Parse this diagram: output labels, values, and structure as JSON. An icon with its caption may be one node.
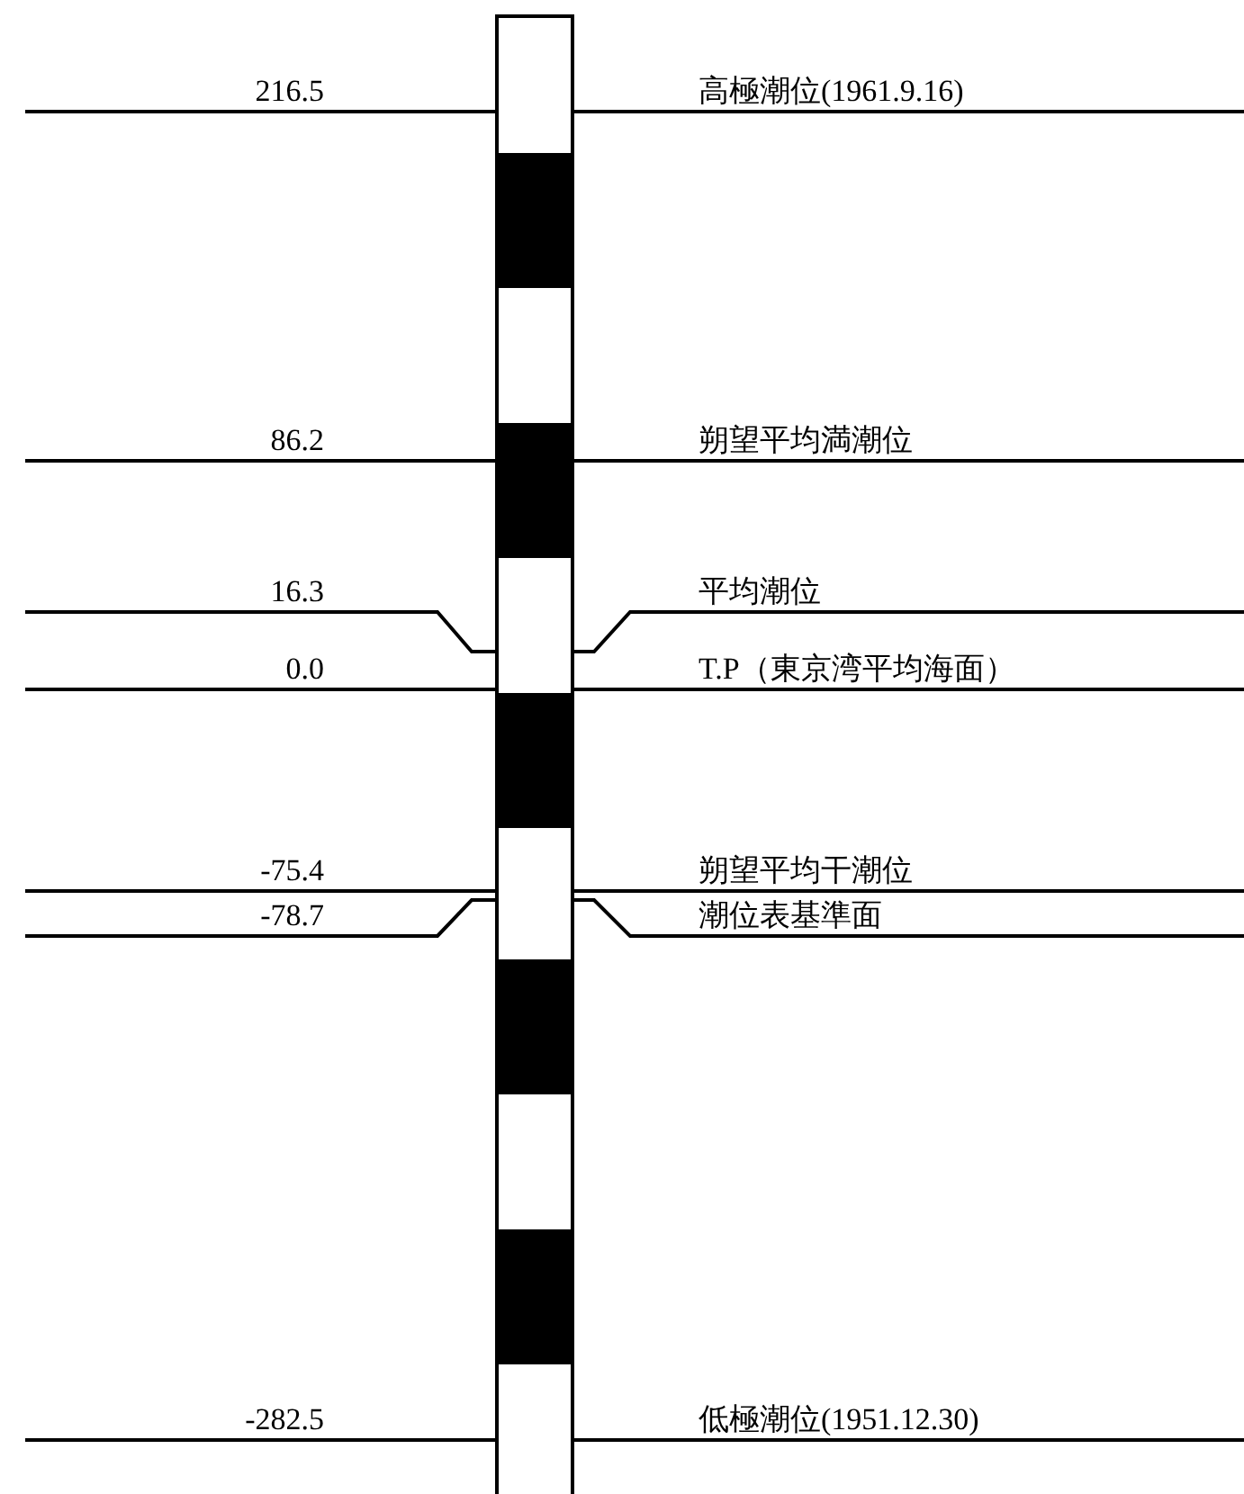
{
  "diagram": {
    "labels": [
      "216.5",
      "高極潮位(1961.9.16)",
      "86.2",
      "朔望平均満潮位",
      "16.3",
      "平均潮位",
      "0.0",
      "T.P（東京湾平均海面）",
      "-75.4",
      "朔望平均干潮位",
      "-78.7",
      "潮位表基準面",
      "-282.5",
      "低極潮位(1951.12.30)"
    ]
  }
}
